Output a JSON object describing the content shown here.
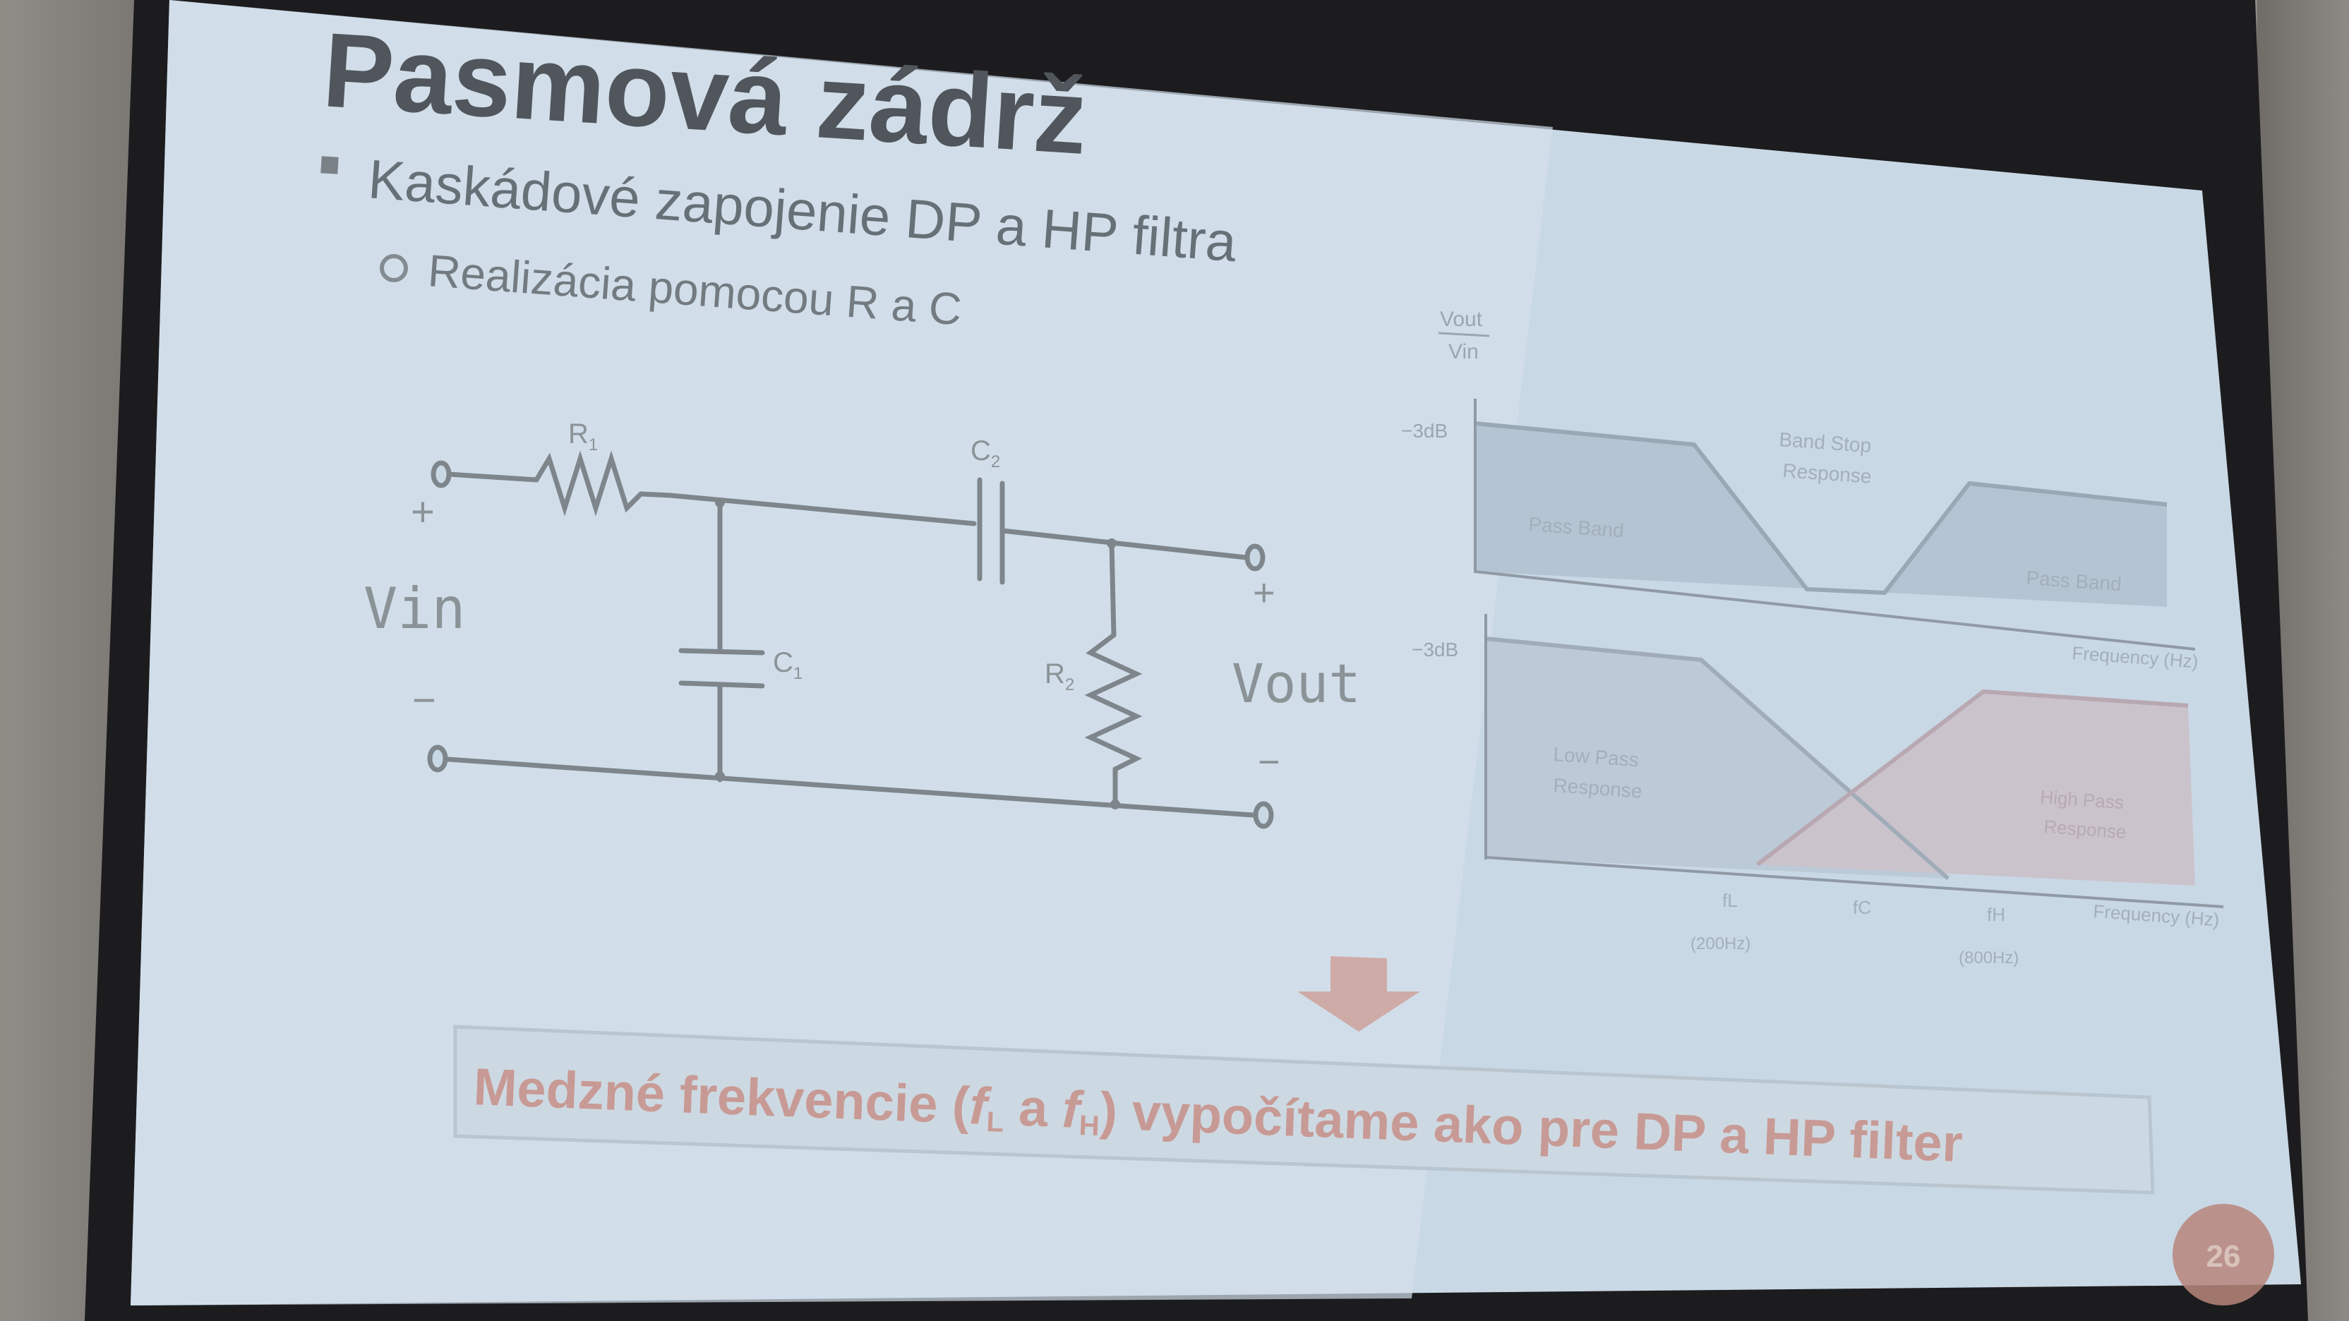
{
  "slide": {
    "title": "Pasmová zádrž",
    "bullet_1": "Kaskádové zapojenie DP a HP filtra",
    "bullet_2": "Realizácia pomocou R a C",
    "highlight_pre": "Medzné frekvencie (",
    "highlight_fl_f": "f",
    "highlight_fl_sub": "L",
    "highlight_mid": " a ",
    "highlight_fh_f": "f",
    "highlight_fh_sub": "H",
    "highlight_post": ") vypočítame ako pre DP a HP filter",
    "page_number": "26"
  },
  "circuit": {
    "r1": "R",
    "r1_sub": "1",
    "r2": "R",
    "r2_sub": "2",
    "c1": "C",
    "c1_sub": "1",
    "c2": "C",
    "c2_sub": "2",
    "vin": "Vin",
    "vout": "Vout",
    "plus": "+",
    "minus": "−"
  },
  "band_stop_chart": {
    "y_label_num": "Vout",
    "y_label_den": "Vin",
    "db_label": "−3dB",
    "pass_band_left": "Pass Band",
    "pass_band_right": "Pass Band",
    "response_line1": "Band Stop",
    "response_line2": "Response",
    "x_label": "Frequency (Hz)"
  },
  "lp_hp_chart": {
    "db_label": "−3dB",
    "low_pass_line1": "Low Pass",
    "low_pass_line2": "Response",
    "high_pass_line1": "High Pass",
    "high_pass_line2": "Response",
    "x_label": "Frequency (Hz)",
    "tick_fl": "fL",
    "tick_fc": "fC",
    "tick_fh": "fH",
    "tick_fl_value": "(200Hz)",
    "tick_fh_value": "(800Hz)"
  },
  "colors": {
    "slide_bg": "#c9d8e5",
    "title": "#50565b",
    "body_text": "#6b7379",
    "highlight_text": "#c89a95",
    "page_badge": "#b7867b",
    "arrow": "#cfa29b"
  }
}
